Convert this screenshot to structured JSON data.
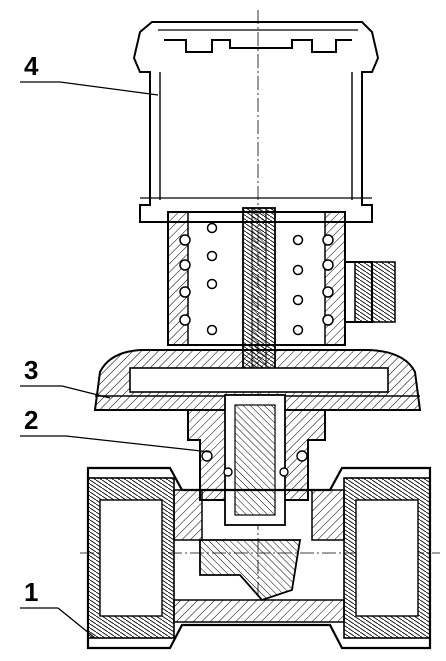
{
  "callouts": [
    {
      "label": "4"
    },
    {
      "label": "3"
    },
    {
      "label": "2"
    },
    {
      "label": "1"
    }
  ],
  "colors": {
    "ink": "#000000",
    "paper": "#ffffff"
  }
}
